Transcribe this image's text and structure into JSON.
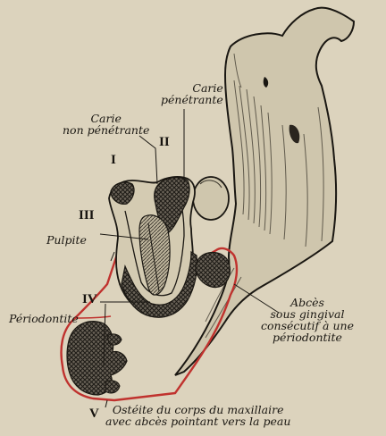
{
  "labels": {
    "carie_penetrante_1": "Carie",
    "carie_penetrante_2": "pénétrante",
    "carie_non_penetrante_1": "Carie",
    "carie_non_penetrante_2": "non pénétrante",
    "pulpite": "Pulpite",
    "periodontite": "Périodontite",
    "abces_1": "Abcès",
    "abces_2": "sous gingival",
    "abces_3": "consécutif à une",
    "abces_4": "périodontite",
    "osteite_1": "Ostéite du corps du maxillaire",
    "osteite_2": "avec abcès pointant vers la peau"
  },
  "numerals": {
    "I": "I",
    "II": "II",
    "III": "III",
    "IV": "IV",
    "V": "V"
  },
  "colors": {
    "paper": "#dcd3bd",
    "ink": "#1a1712",
    "infection_outline": "#c0322e"
  }
}
